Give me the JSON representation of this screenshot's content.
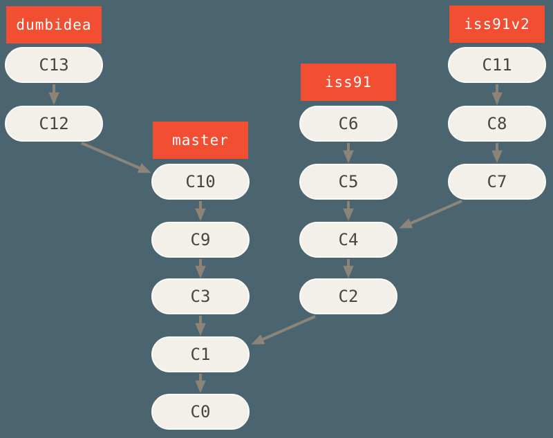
{
  "diagram": {
    "type": "git-commit-graph",
    "colors": {
      "background": "#4b6570",
      "branch_label_bg": "#f14e32",
      "branch_label_text": "#ffffff",
      "node_bg": "#f2f0e9",
      "node_border": "#fcfbf7",
      "node_text": "#49443d",
      "arrow": "#8d8478"
    },
    "branch_labels": [
      {
        "name": "dumbidea",
        "points_to": "C13"
      },
      {
        "name": "master",
        "points_to": "C10"
      },
      {
        "name": "iss91",
        "points_to": "C6"
      },
      {
        "name": "iss91v2",
        "points_to": "C11"
      }
    ],
    "commits": [
      {
        "id": "C13"
      },
      {
        "id": "C12"
      },
      {
        "id": "C10"
      },
      {
        "id": "C9"
      },
      {
        "id": "C3"
      },
      {
        "id": "C1"
      },
      {
        "id": "C0"
      },
      {
        "id": "C6"
      },
      {
        "id": "C5"
      },
      {
        "id": "C4"
      },
      {
        "id": "C2"
      },
      {
        "id": "C11"
      },
      {
        "id": "C8"
      },
      {
        "id": "C7"
      }
    ],
    "edges": [
      {
        "from": "C13",
        "to": "C12"
      },
      {
        "from": "C12",
        "to": "C10"
      },
      {
        "from": "C10",
        "to": "C9"
      },
      {
        "from": "C9",
        "to": "C3"
      },
      {
        "from": "C3",
        "to": "C1"
      },
      {
        "from": "C1",
        "to": "C0"
      },
      {
        "from": "C6",
        "to": "C5"
      },
      {
        "from": "C5",
        "to": "C4"
      },
      {
        "from": "C4",
        "to": "C2"
      },
      {
        "from": "C2",
        "to": "C1"
      },
      {
        "from": "C11",
        "to": "C8"
      },
      {
        "from": "C8",
        "to": "C7"
      },
      {
        "from": "C7",
        "to": "C4"
      }
    ]
  }
}
